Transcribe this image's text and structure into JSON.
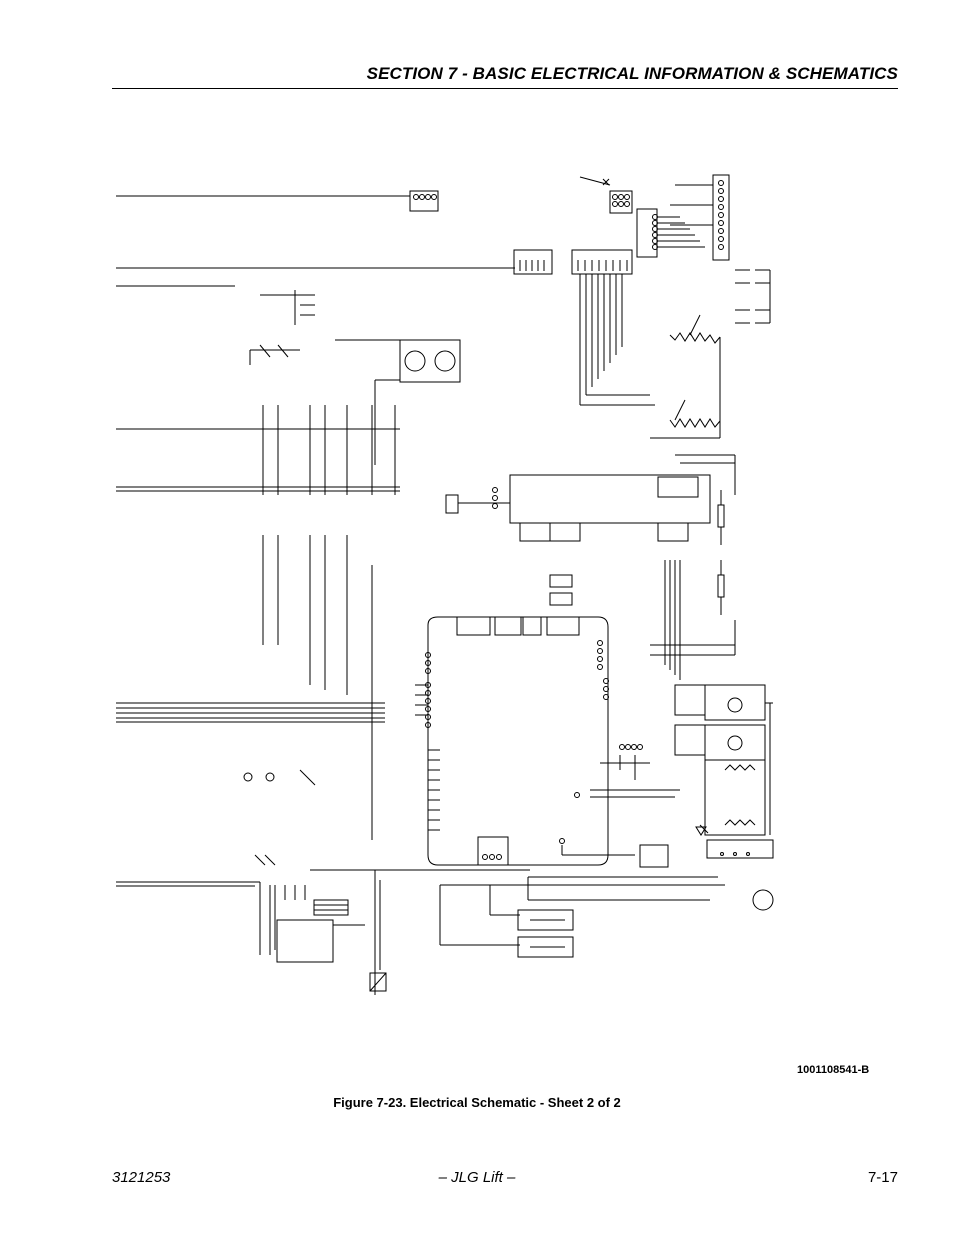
{
  "header": {
    "section_title": "SECTION 7 - BASIC ELECTRICAL INFORMATION & SCHEMATICS"
  },
  "figure": {
    "drawing_number": "1001108541-B",
    "caption": "Figure 7-23.  Electrical Schematic - Sheet 2 of 2"
  },
  "footer": {
    "manual_number": "3121253",
    "company": "– JLG Lift –",
    "page_number": "7-17"
  }
}
